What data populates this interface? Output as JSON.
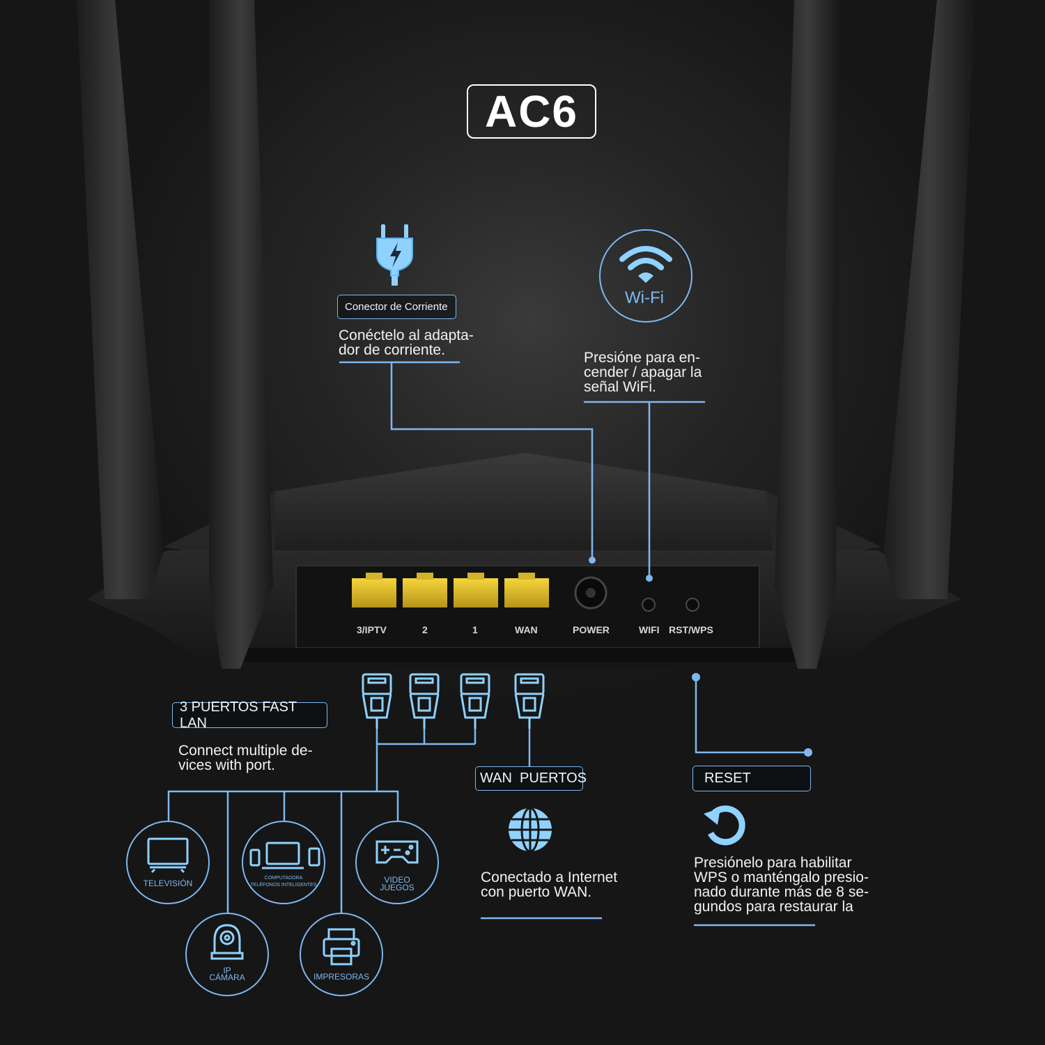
{
  "model": "AC6",
  "power_connector": {
    "tag": "Conector de Corriente",
    "description": "Conéctelo al adapta-\ndor de corriente."
  },
  "wifi": {
    "icon_label": "Wi-Fi",
    "description": "Presióne para en-\ncender / apagar la\nseñal WiFi."
  },
  "ports": [
    "3/IPTV",
    "2",
    "1",
    "WAN",
    "POWER",
    "WIFI",
    "RST/WPS"
  ],
  "lan": {
    "tag": "3 PUERTOS FAST LAN",
    "description": "Connect multiple de-\nvices with port."
  },
  "wan": {
    "tag": "WAN  PUERTOS",
    "description": "Conectado a Internet\ncon puerto WAN."
  },
  "reset": {
    "tag": "RESET",
    "description": "Presiónelo para habilitar\nWPS o manténgalo presio-\nnado durante más de 8 se-\ngundos para restaurar la"
  },
  "devices": {
    "tv": "TELEVISIÓN",
    "computer_line1": "COMPUTADORA",
    "computer_line2": "TELÉFONOS INTELIGENTES",
    "games_line1": "VIDEO",
    "games_line2": "JUEGOS",
    "camera_line1": "IP",
    "camera_line2": "CÁMARA",
    "printer": "IMPRESORAS"
  },
  "colors": {
    "accent": "#7fb8f0",
    "port_yellow": "#e8c21a",
    "background": "#161616"
  },
  "icons": [
    "power-plug-icon",
    "wifi-icon",
    "ethernet-plug-icon",
    "globe-icon",
    "reset-icon",
    "tv-icon",
    "computer-phone-icon",
    "gamepad-icon",
    "ip-camera-icon",
    "printer-icon"
  ]
}
